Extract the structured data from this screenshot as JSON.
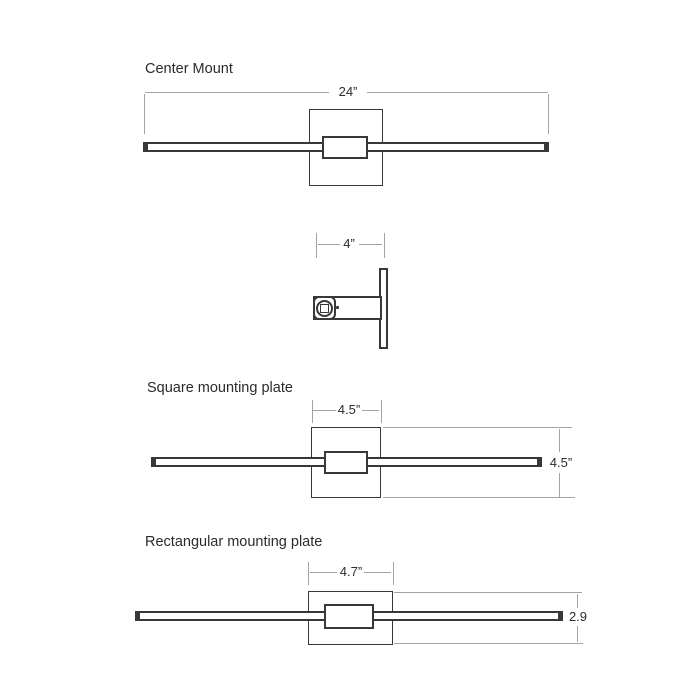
{
  "diagram": {
    "colors": {
      "outline": "#383838",
      "dimension_line": "#a3a3a3",
      "text": "#2b2b2b",
      "background": "#ffffff"
    },
    "center_mount": {
      "title": "Center Mount",
      "width_label": "24”"
    },
    "side_view": {
      "depth_label": "4”"
    },
    "square_plate": {
      "title": "Square mounting plate",
      "width_label": "4.5”",
      "height_label": "4.5”"
    },
    "rectangular_plate": {
      "title": "Rectangular mounting plate",
      "width_label": "4.7”",
      "height_label": "2.9"
    }
  }
}
